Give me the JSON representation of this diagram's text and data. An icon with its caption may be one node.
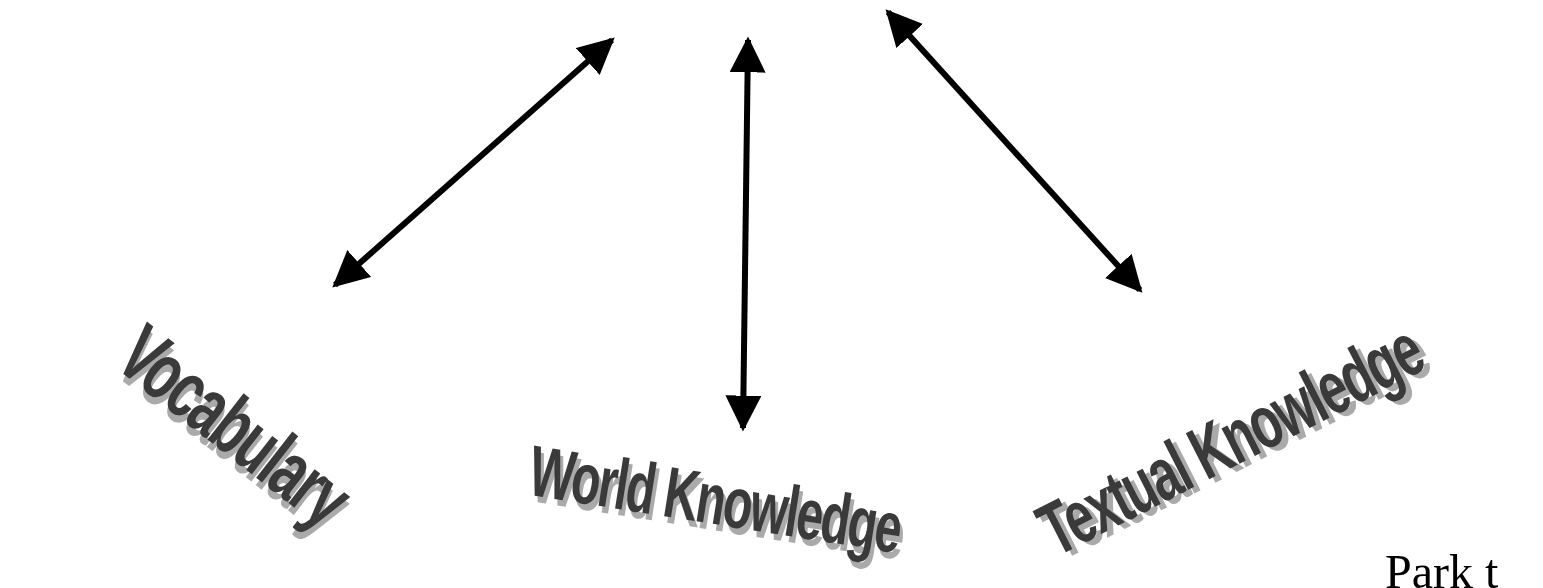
{
  "diagram": {
    "nodes": [
      {
        "text": [
          "Vocabulary"
        ]
      },
      {
        "text": [
          "World Knowledge"
        ]
      },
      {
        "text": [
          "Textual Knowledge"
        ]
      }
    ],
    "edges": [
      {
        "from": null,
        "to": 0,
        "arrow": "both"
      },
      {
        "from": null,
        "to": 1,
        "arrow": "both"
      },
      {
        "from": null,
        "to": 2,
        "arrow": "both"
      }
    ],
    "labels": [
      "Park t"
    ]
  }
}
